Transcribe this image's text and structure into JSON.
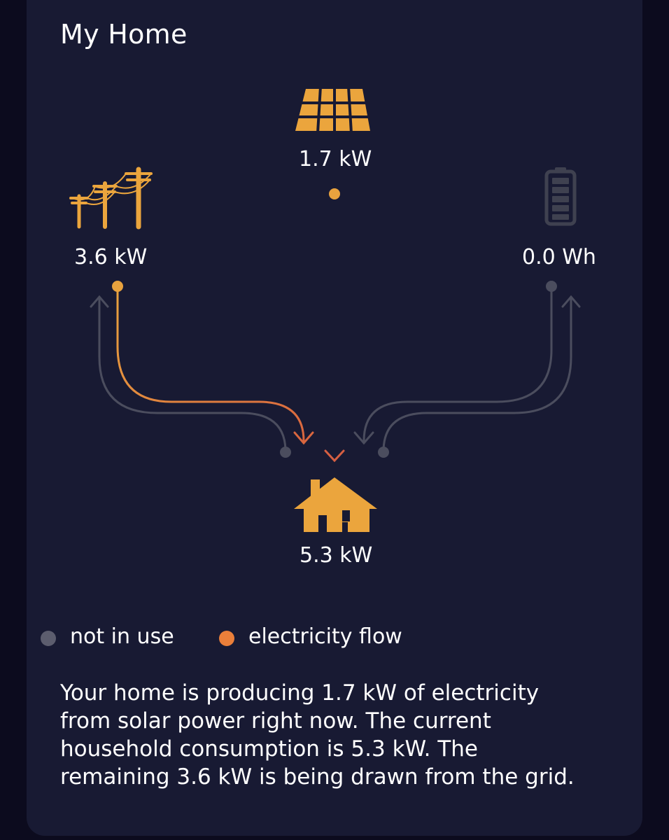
{
  "header": {
    "title": "My Home"
  },
  "nodes": {
    "solar": {
      "value": "1.7 kW",
      "icon": "solar-panel-icon"
    },
    "grid": {
      "value": "3.6 kW",
      "icon": "power-lines-icon"
    },
    "battery": {
      "value": "0.0 Wh",
      "icon": "battery-icon"
    },
    "home": {
      "value": "5.3 kW",
      "icon": "house-icon"
    }
  },
  "legend": {
    "not_in_use": {
      "label": "not in use",
      "color": "#5c5d6e"
    },
    "flow": {
      "label": "electricity flow",
      "color": "#ea7f3a"
    }
  },
  "description": {
    "line1": "Your home is producing  1.7 kW of electricity",
    "line2": "from solar power right now. The current",
    "line3": "household consumption is 5.3 kW. The",
    "line4": "remaining 3.6 kW is being drawn from the grid."
  },
  "colors": {
    "icon_active": "#eba53d",
    "icon_inactive": "#3f4150",
    "flow_start": "#e8a23e",
    "flow_end": "#d96440",
    "inactive_line": "#4b4d5e"
  }
}
